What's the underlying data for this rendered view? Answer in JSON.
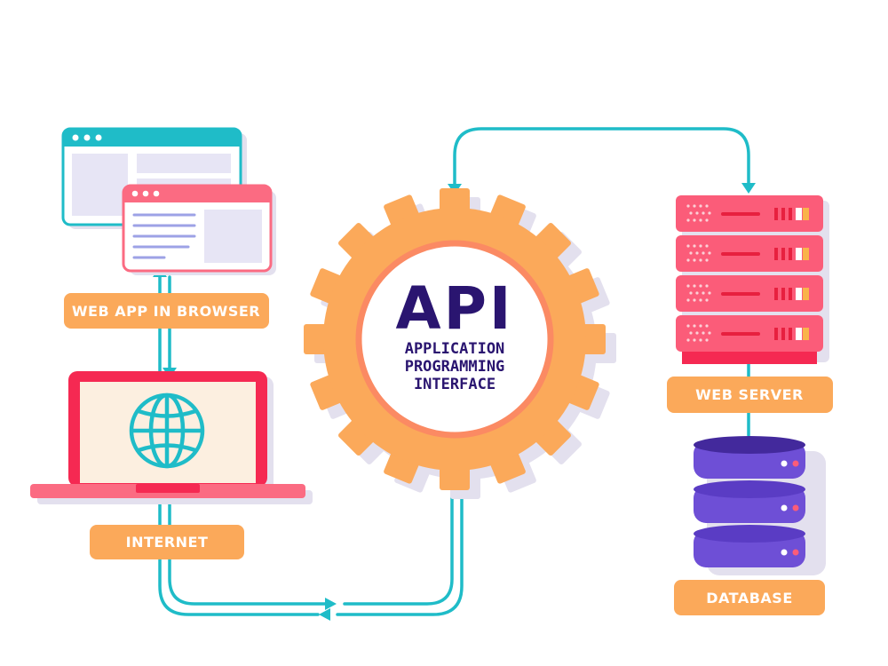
{
  "labels": {
    "web_app": "WEB APP IN BROWSER",
    "internet": "INTERNET",
    "web_server": "WEB SERVER",
    "database": "DATABASE"
  },
  "api": {
    "title": "API",
    "line1": "APPLICATION",
    "line2": "PROGRAMMING",
    "line3": "INTERFACE"
  },
  "colors": {
    "teal": "#1fbcc8",
    "orange": "#fba95a",
    "pink": "#fb5c79",
    "purple": "#6e4fd6",
    "navy": "#2a1570",
    "shadow": "#e3e0ee"
  }
}
